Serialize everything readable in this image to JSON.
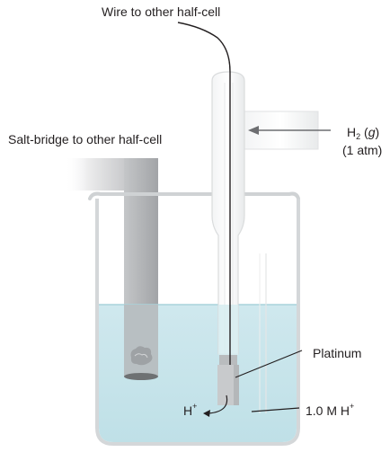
{
  "labels": {
    "wire": "Wire to other half-cell",
    "salt_bridge": "Salt-bridge to other half-cell",
    "h2_prefix": "H",
    "h2_sub": "2",
    "h2_paren_open": " (",
    "h2_state": "g",
    "h2_paren_close": ")",
    "pressure": "(1 atm)",
    "platinum": "Platinum",
    "h_ion": "H",
    "h_ion_charge": "+",
    "concentration": "1.0 M H",
    "concentration_charge": "+"
  },
  "colors": {
    "solution": "#c9e6ec",
    "solution_edge": "#a6d2da",
    "glass": "#d4d7d9",
    "salt_bridge_light": "#eeeeef",
    "salt_bridge_dark": "#a8aaad",
    "electrode": "#c4c6c8",
    "wire": "#231f20",
    "arrow": "#6d6e71"
  }
}
